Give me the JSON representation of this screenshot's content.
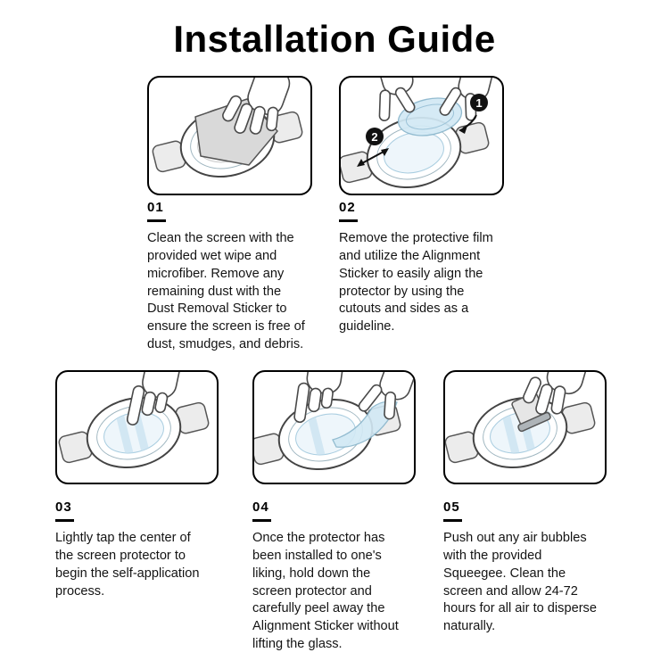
{
  "title": "Installation Guide",
  "steps": [
    {
      "number": "01",
      "text": "Clean the screen with the provided wet wipe and microfiber. Remove any remaining dust with the Dust Removal Sticker to ensure the screen is free of dust, smudges, and debris."
    },
    {
      "number": "02",
      "text": "Remove the protective film and utilize the Alignment Sticker to easily align the protector by using the cutouts and sides as a guideline.",
      "badges": [
        "1",
        "2"
      ]
    },
    {
      "number": "03",
      "text": "Lightly tap the center of the screen protector to begin the self-application process."
    },
    {
      "number": "04",
      "text": "Once the protector has been installed to one's liking, hold down the screen protector and carefully peel away the Alignment Sticker without lifting the glass."
    },
    {
      "number": "05",
      "text": "Push out any air bubbles with the provided Squeegee. Clean the screen and allow 24-72 hours for all air to disperse naturally."
    }
  ],
  "colors": {
    "ink": "#111111",
    "outline": "#555555",
    "strap_gray": "#ececec",
    "protector_blue": "#d2e9f5",
    "cloth_gray": "#d9d9d9"
  }
}
